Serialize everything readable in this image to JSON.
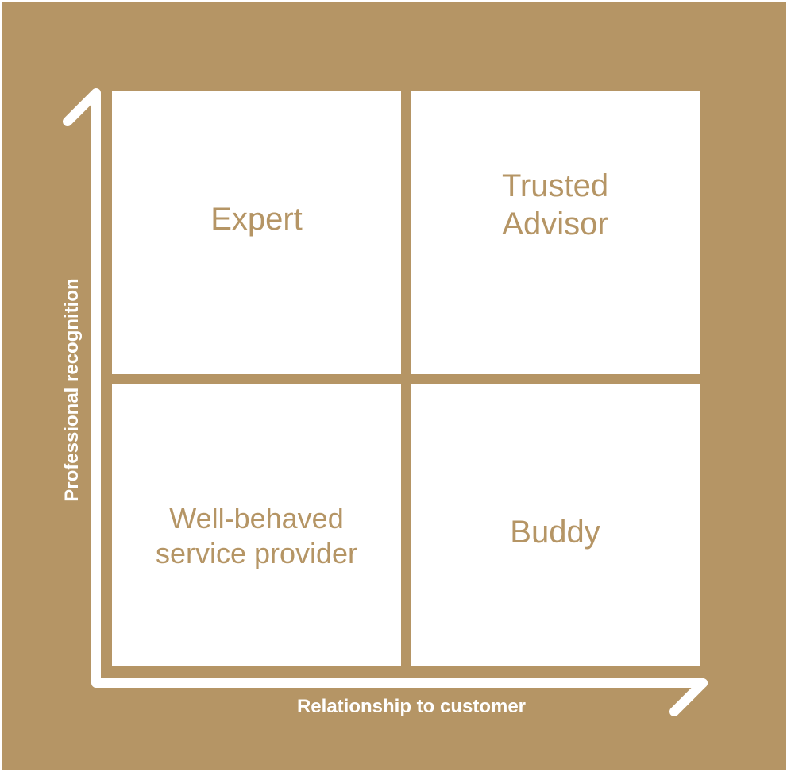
{
  "diagram": {
    "quadrants": {
      "top_left": "Expert",
      "top_right": "Trusted\nAdvisor",
      "bottom_left": "Well-behaved\nservice provider",
      "bottom_right": "Buddy"
    },
    "x_axis_label": "Relationship to customer",
    "y_axis_label": "Professional recognition"
  },
  "colors": {
    "background": "#b59565",
    "panel": "#ffffff",
    "text": "#b59565",
    "axis": "#ffffff"
  }
}
